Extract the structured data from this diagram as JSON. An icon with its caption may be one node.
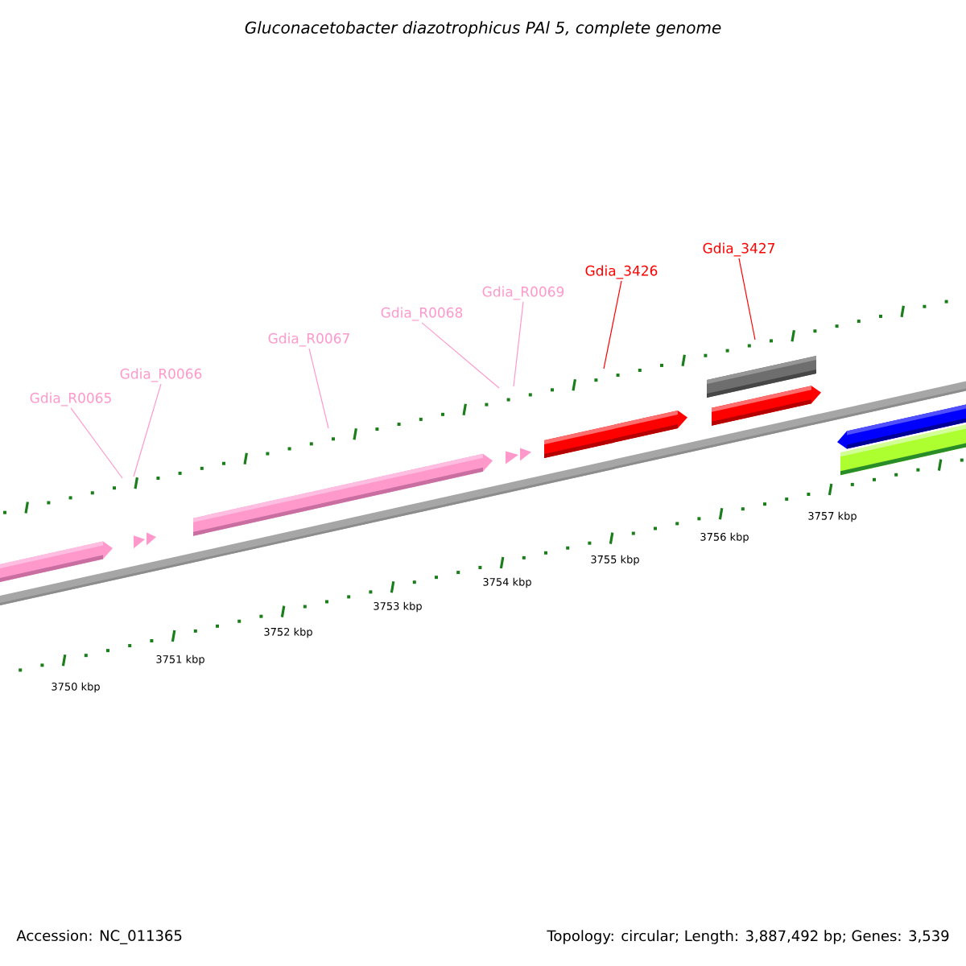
{
  "diagram": {
    "title": "Gluconacetobacter diazotrophicus PAl 5, complete genome",
    "nodes": [
      {
        "text": [
          "Gdia_R0065"
        ]
      },
      {
        "text": [
          "Gdia_R0066"
        ]
      },
      {
        "text": [
          "Gdia_R0067"
        ]
      },
      {
        "text": [
          "Gdia_R0068"
        ]
      },
      {
        "text": [
          "Gdia_R0069"
        ]
      },
      {
        "text": [
          "Gdia_3426"
        ]
      },
      {
        "text": [
          "Gdia_3427"
        ]
      }
    ],
    "edges": [
      {
        "from": 0,
        "to": null,
        "arrow": "none"
      },
      {
        "from": 1,
        "to": null,
        "arrow": "none"
      },
      {
        "from": 2,
        "to": null,
        "arrow": "none"
      },
      {
        "from": 3,
        "to": null,
        "arrow": "none"
      },
      {
        "from": 4,
        "to": null,
        "arrow": "none"
      },
      {
        "from": 5,
        "to": null,
        "arrow": "none",
        "color": "#ff0000"
      },
      {
        "from": 6,
        "to": null,
        "arrow": "none",
        "color": "#ff0000"
      }
    ],
    "labels": [
      "3750 kbp",
      "3751 kbp",
      "3752 kbp",
      "3753 kbp",
      "3754 kbp",
      "3755 kbp",
      "3756 kbp",
      "3757 kbp",
      "Accession: NC_011365",
      "Topology: circular; Length: 3,887,492 bp; Genes: 3,539"
    ]
  }
}
